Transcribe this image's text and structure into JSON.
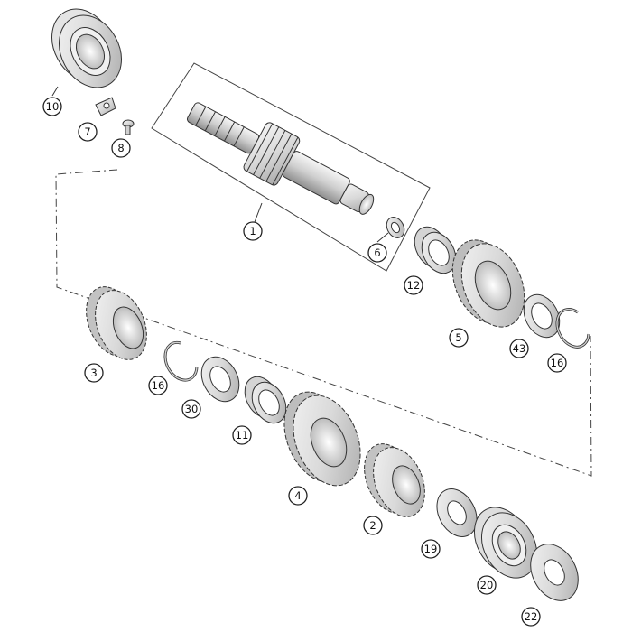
{
  "diagram": {
    "type": "exploded-parts-view",
    "colors": {
      "part_light": "#eeeeee",
      "part_mid": "#d6d6d6",
      "part_dark": "#9a9a9a",
      "outline": "#333333"
    },
    "callouts": {
      "c10a": "10",
      "c7": "7",
      "c8": "8",
      "c1": "1",
      "c6": "6",
      "c12": "12",
      "c5": "5",
      "c43": "43",
      "c16a": "16",
      "c3": "3",
      "c16b": "16",
      "c30": "30",
      "c11": "11",
      "c4": "4",
      "c2": "2",
      "c19": "19",
      "c20": "20",
      "c22": "22"
    }
  }
}
